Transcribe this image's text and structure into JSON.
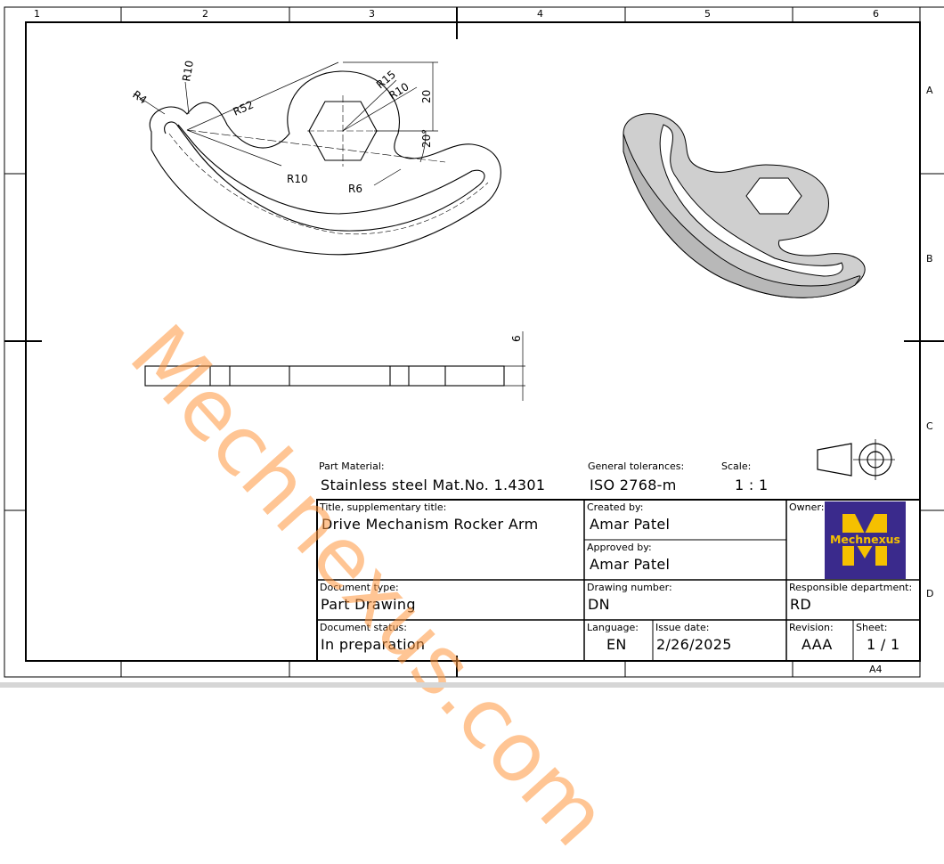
{
  "zones": {
    "columns": [
      "1",
      "2",
      "3",
      "4",
      "5",
      "6"
    ],
    "rows": [
      "A",
      "B",
      "C",
      "D"
    ]
  },
  "dimensions": {
    "r4": "R4",
    "r10_top": "R10",
    "r52": "R52",
    "r15": "R15",
    "r10_hex": "R10",
    "d20": "20",
    "a20": "20°",
    "r10_bottom": "R10",
    "r6": "R6",
    "thickness": "6"
  },
  "title_block": {
    "material_label": "Part Material:",
    "material_value": "Stainless steel Mat.No. 1.4301",
    "tolerances_label": "General tolerances:",
    "tolerances_value": "ISO 2768-m",
    "scale_label": "Scale:",
    "scale_value": "1 : 1",
    "title_label": "Title, supplementary title:",
    "title_value": "Drive Mechanism Rocker Arm",
    "created_label": "Created by:",
    "created_value": "Amar Patel",
    "approved_label": "Approved by:",
    "approved_value": "Amar Patel",
    "owner_label": "Owner:",
    "doc_type_label": "Document type:",
    "doc_type_value": "Part Drawing",
    "drawing_number_label": "Drawing number:",
    "drawing_number_value": "DN",
    "dept_label": "Responsible department:",
    "dept_value": "RD",
    "doc_status_label": "Document status:",
    "doc_status_value": "In preparation",
    "language_label": "Language:",
    "language_value": "EN",
    "issue_date_label": "Issue date:",
    "issue_date_value": "2/26/2025",
    "revision_label": "Revision:",
    "revision_value": "AAA",
    "sheet_label": "Sheet:",
    "sheet_value": "1 / 1",
    "paper_size": "A4"
  },
  "logo": {
    "text": "Mechnexus",
    "background": "#3a2a8c",
    "color": "#f5c000"
  },
  "watermark": "Mechnexus.com"
}
